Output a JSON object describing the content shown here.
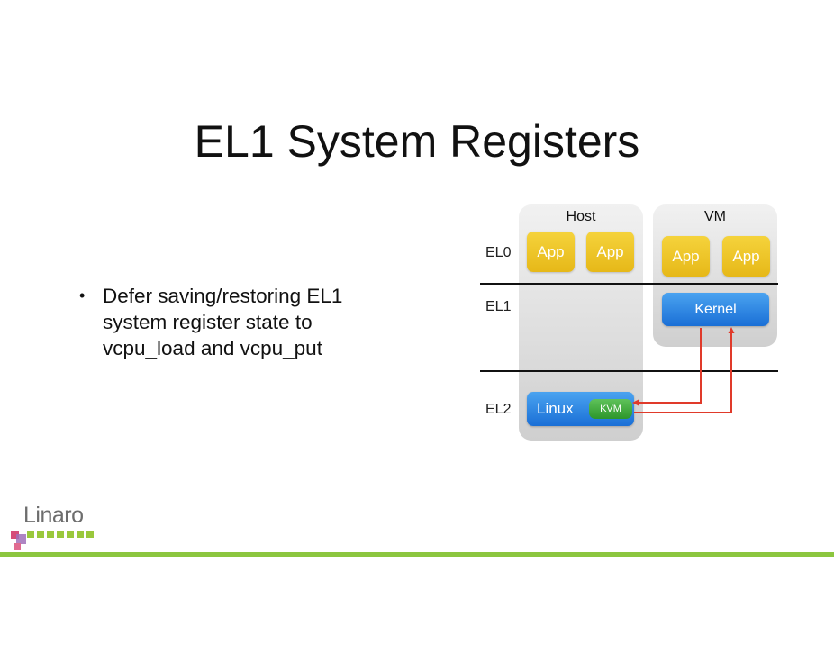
{
  "slide": {
    "title": "EL1 System Registers",
    "bullets": [
      {
        "marker": "•",
        "text": "Defer saving/restoring EL1 system register state to vcpu_load and vcpu_put"
      }
    ]
  },
  "diagram": {
    "columns": {
      "host": "Host",
      "vm": "VM"
    },
    "levels": {
      "el0": "EL0",
      "el1": "EL1",
      "el2": "EL2"
    },
    "host_apps": [
      "App",
      "App"
    ],
    "vm_apps": [
      "App",
      "App"
    ],
    "vm_kernel": "Kernel",
    "host_os": "Linux",
    "hypervisor": "KVM",
    "colors": {
      "app": "#eec52a",
      "os": "#2f86e2",
      "hypervisor": "#3fa83a",
      "arrow": "#e03a2a"
    }
  },
  "footer": {
    "logo_text": "Linaro",
    "bar_color": "#8cc63f"
  }
}
